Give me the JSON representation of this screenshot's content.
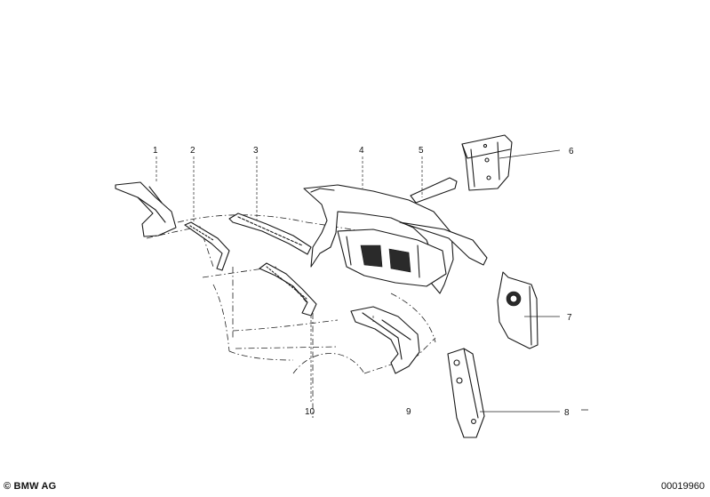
{
  "labels": {
    "l1": "1",
    "l2": "2",
    "l3": "3",
    "l4": "4",
    "l5": "5",
    "l6": "6",
    "l7": "7",
    "l8": "8",
    "l9": "9",
    "l10": "10"
  },
  "footer": {
    "copyright": "© BMW AG",
    "diagram_id": "00019960"
  }
}
